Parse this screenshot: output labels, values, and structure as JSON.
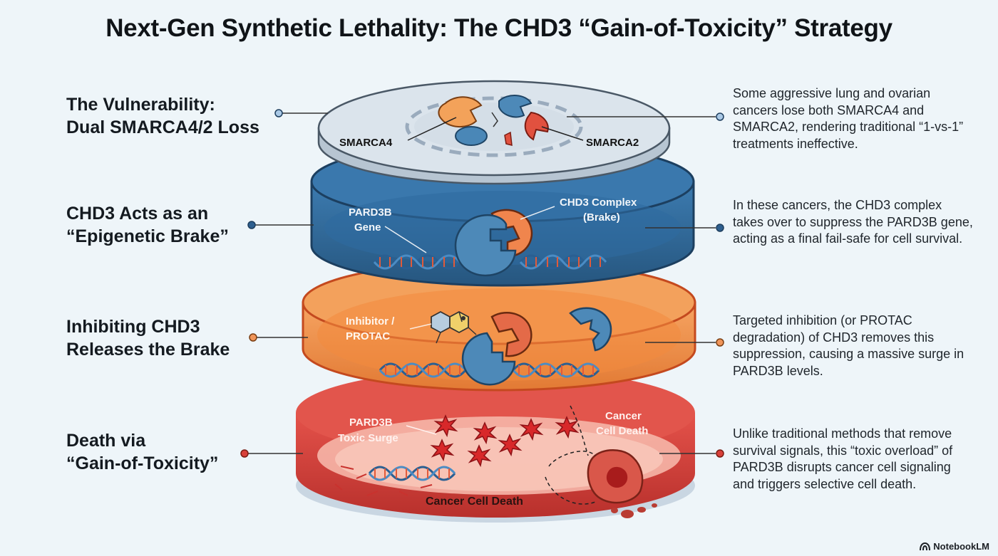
{
  "title": "Next-Gen Synthetic Lethality: The CHD3 “Gain-of-Toxicity” Strategy",
  "brand": "NotebookLM",
  "colors": {
    "gray_layer": "#d9e2ea",
    "blue_layer": "#2f6a9c",
    "orange_layer": "#f09450",
    "red_layer": "#d8403a",
    "protein_blue": "#4d89b8",
    "protein_orange": "#f29c55",
    "protein_red": "#e1513f"
  },
  "steps": [
    {
      "heading_line1": "The Vulnerability:",
      "heading_line2": "Dual SMARCA4/2 Loss",
      "description": "Some aggressive lung and ovarian cancers lose both SMARCA4 and SMARCA2, rendering traditional “1-vs-1” treatments ineffective."
    },
    {
      "heading_line1": "CHD3 Acts as an",
      "heading_line2": "“Epigenetic Brake”",
      "description": "In these cancers, the CHD3 complex takes over to suppress the PARD3B gene, acting as a final fail-safe for cell survival."
    },
    {
      "heading_line1": "Inhibiting CHD3",
      "heading_line2": "Releases the Brake",
      "description": "Targeted inhibition (or PROTAC degradation) of CHD3 removes this suppression, causing a massive surge in PARD3B levels."
    },
    {
      "heading_line1": "Death via",
      "heading_line2": "“Gain-of-Toxicity”",
      "description": "Unlike traditional methods that remove survival signals, this “toxic overload” of PARD3B disrupts cancer cell signaling and triggers selective cell death."
    }
  ],
  "layer_labels": {
    "smarca4": "SMARCA4",
    "smarca2": "SMARCA2",
    "pard3b_gene_1": "PARD3B",
    "pard3b_gene_2": "Gene",
    "chd3_complex_1": "CHD3 Complex",
    "chd3_complex_2": "(Brake)",
    "inhibitor_1": "Inhibitor /",
    "inhibitor_2": "PROTAC",
    "toxic_surge_1": "PARD3B",
    "toxic_surge_2": "Toxic Surge",
    "cell_death_top_1": "Cancer",
    "cell_death_top_2": "Cell Death",
    "cell_death_bottom": "Cancer Cell Death"
  }
}
